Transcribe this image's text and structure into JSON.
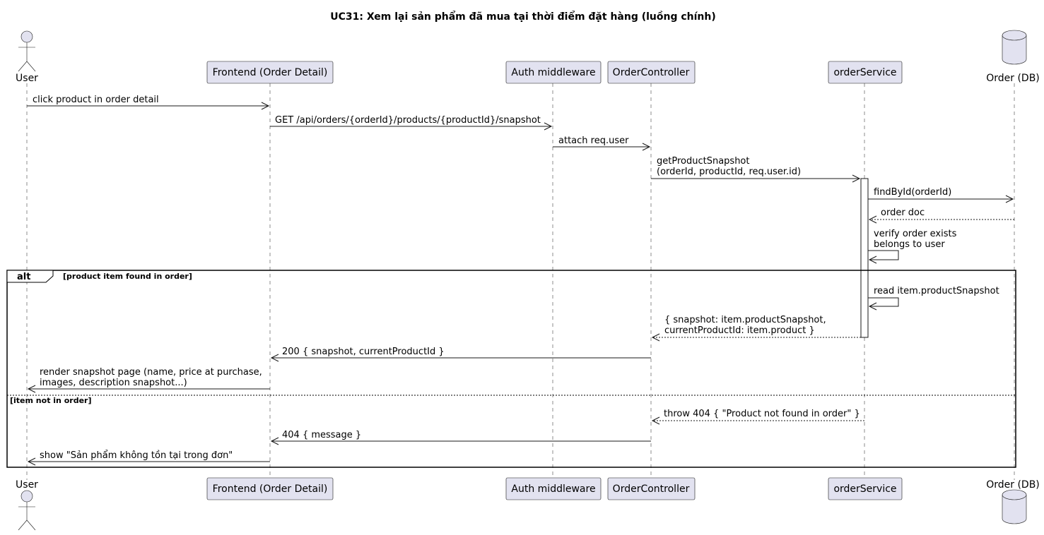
{
  "title": "UC31: Xem lại sản phẩm đã mua tại thời điểm đặt hàng (luồng chính)",
  "participants": [
    {
      "id": "user",
      "label": "User",
      "kind": "actor"
    },
    {
      "id": "frontend",
      "label": "Frontend (Order Detail)",
      "kind": "participant"
    },
    {
      "id": "auth",
      "label": "Auth middleware",
      "kind": "participant"
    },
    {
      "id": "controller",
      "label": "OrderController",
      "kind": "participant"
    },
    {
      "id": "service",
      "label": "orderService",
      "kind": "participant"
    },
    {
      "id": "db",
      "label": "Order (DB)",
      "kind": "database"
    }
  ],
  "messages": {
    "m1": "click product in order detail",
    "m2": "GET /api/orders/{orderId}/products/{productId}/snapshot",
    "m3": "attach req.user",
    "m4_line1": "getProductSnapshot",
    "m4_line2": "(orderId, productId, req.user.id)",
    "m5": "findById(orderId)",
    "m6": "order doc",
    "m7_line1": "verify order exists",
    "m7_line2": "belongs to user",
    "m8": "read item.productSnapshot",
    "m9_line1": "{ snapshot: item.productSnapshot,",
    "m9_line2": " currentProductId: item.product }",
    "m10": "200 { snapshot, currentProductId }",
    "m11_line1": "render snapshot page (name, price at purchase,",
    "m11_line2": "images, description snapshot...)",
    "m12": "throw 404 { \"Product not found in order\" }",
    "m13": "404 { message }",
    "m14": "show \"Sản phẩm không tồn tại trong đơn\""
  },
  "alt_frame": {
    "keyword": "alt",
    "guard1": "[product item found in order]",
    "guard2": "[item not in order]"
  }
}
